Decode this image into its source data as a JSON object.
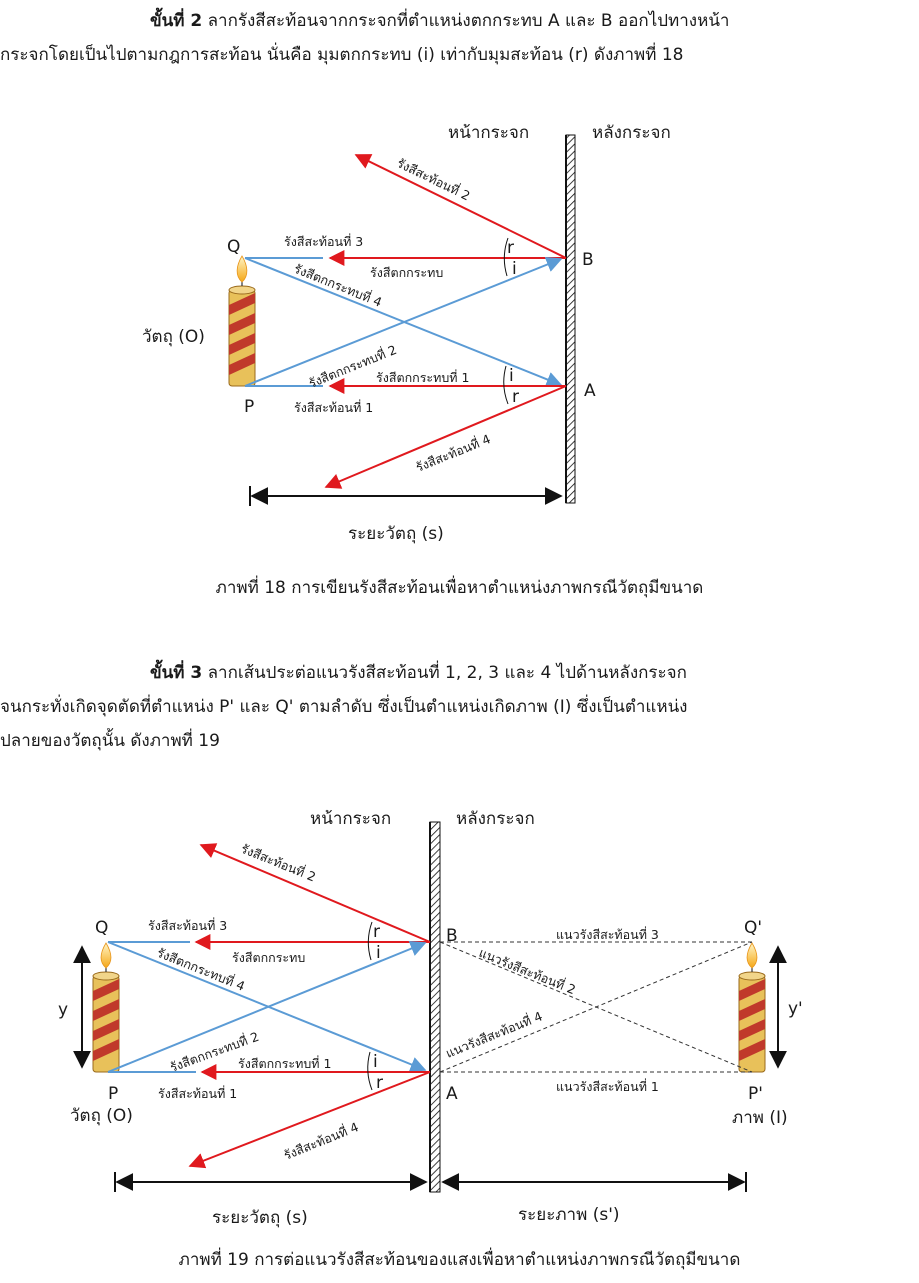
{
  "step2": {
    "heading": "ขั้นที่ 2",
    "line1": "ลากรังสีสะท้อนจากกระจกที่ตำแหน่งตกกระทบ A และ B ออกไปทางหน้า",
    "line2": "กระจกโดยเป็นไปตามกฎการสะท้อน นั่นคือ มุมตกกระทบ (i) เท่ากับมุมสะท้อน (r) ดังภาพที่ 18"
  },
  "step3": {
    "heading": "ขั้นที่ 3",
    "line1": "ลากเส้นประต่อแนวรังสีสะท้อนที่ 1, 2, 3 และ 4 ไปด้านหลังกระจก",
    "line2": "จนกระทั่งเกิดจุดตัดที่ตำแหน่ง P' และ Q' ตามลำดับ ซึ่งเป็นตำแหน่งเกิดภาพ (I) ซึ่งเป็นตำแหน่ง",
    "line3": "ปลายของวัตถุนั้น ดังภาพที่ 19"
  },
  "figure18": {
    "mirror_front": "หน้ากระจก",
    "mirror_back": "หลังกระจก",
    "reflected_2": "รังสีสะท้อนที่ 2",
    "reflected_3": "รังสีสะท้อนที่ 3",
    "incident": "รังสีตกกระทบ",
    "incident_4": "รังสีตกกระทบที่ 4",
    "incident_2": "รังสีตกกระทบที่ 2",
    "incident_1": "รังสีตกกระทบที่ 1",
    "reflected_1": "รังสีสะท้อนที่ 1",
    "reflected_4": "รังสีสะท้อนที่ 4",
    "point_q": "Q",
    "point_p": "P",
    "point_a": "A",
    "point_b": "B",
    "angle_r": "r",
    "angle_i": "i",
    "object": "วัตถุ (O)",
    "object_distance": "ระยะวัตถุ (s)",
    "caption": "ภาพที่ 18 การเขียนรังสีสะท้อนเพื่อหาตำแหน่งภาพกรณีวัตถุมีขนาด"
  },
  "figure19": {
    "mirror_front": "หน้ากระจก",
    "mirror_back": "หลังกระจก",
    "reflected_2": "รังสีสะท้อนที่ 2",
    "reflected_3": "รังสีสะท้อนที่ 3",
    "incident": "รังสีตกกระทบ",
    "incident_4": "รังสีตกกระทบที่ 4",
    "incident_2": "รังสีตกกระทบที่ 2",
    "incident_1": "รังสีตกกระทบที่ 1",
    "reflected_1": "รังสีสะท้อนที่ 1",
    "reflected_4": "รังสีสะท้อนที่ 4",
    "extension_3": "แนวรังสีสะท้อนที่ 3",
    "extension_2": "แนวรังสีสะท้อนที่ 2",
    "extension_4": "แนวรังสีสะท้อนที่ 4",
    "extension_1": "แนวรังสีสะท้อนที่ 1",
    "point_q": "Q",
    "point_p": "P",
    "point_a": "A",
    "point_b": "B",
    "point_q_prime": "Q'",
    "point_p_prime": "P'",
    "angle_r": "r",
    "angle_i": "i",
    "height_y": "y",
    "height_y_prime": "y'",
    "object": "วัตถุ (O)",
    "image": "ภาพ (I)",
    "object_distance": "ระยะวัตถุ (s)",
    "image_distance": "ระยะภาพ (s')",
    "caption": "ภาพที่ 19 การต่อแนวรังสีสะท้อนของแสงเพื่อหาตำแหน่งภาพกรณีวัตถุมีขนาด"
  },
  "colors": {
    "reflected_ray": "#e0191e",
    "incident_ray": "#5b9bd5",
    "candle_red": "#c0392b",
    "candle_gold": "#e8c15a",
    "flame": "#f5b21b"
  }
}
